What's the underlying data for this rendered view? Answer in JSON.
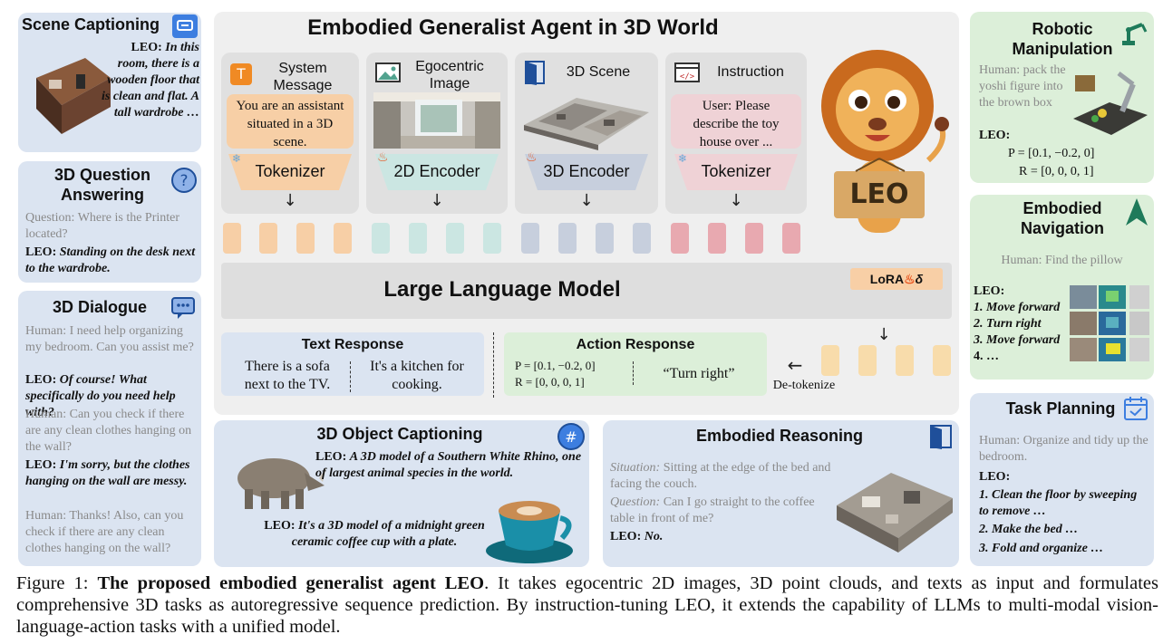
{
  "scene_captioning": {
    "title": "Scene Captioning",
    "leo_label": "LEO:",
    "leo_text": "In this room, there is a wooden floor that is clean and flat. A tall wardrobe …"
  },
  "qa": {
    "title_line1": "3D Question",
    "title_line2": "Answering",
    "question": "Question: Where is the Printer located?",
    "leo_label": "LEO:",
    "leo_text": "Standing on the desk next to the wardrobe."
  },
  "dialogue": {
    "title": "3D Dialogue",
    "h1": "Human: I need help organizing my bedroom. Can you assist me?",
    "l1_label": "LEO:",
    "l1": "Of course! What specifically do you need help with?",
    "h2": "Human: Can you check if there are any clean clothes hanging on the wall?",
    "l2_label": "LEO:",
    "l2": "I'm sorry, but the clothes hanging on the wall are messy.",
    "h3": "Human: Thanks! Also, can you check if there are any clean clothes hanging on the wall?"
  },
  "main": {
    "title": "Embodied Generalist Agent in 3D World",
    "columns": [
      {
        "header": "System Message",
        "content": "You are an assistant situated in a 3D scene.",
        "encoder": "Tokenizer"
      },
      {
        "header": "Egocentric Image",
        "encoder": "2D Encoder"
      },
      {
        "header": "3D Scene",
        "encoder": "3D Encoder"
      },
      {
        "header": "Instruction",
        "content": "User: Please describe the toy house over ...",
        "encoder": "Tokenizer"
      }
    ],
    "llm": "Large Language Model",
    "lora": "LoRA",
    "delta": "δ",
    "text_response": {
      "title": "Text Response",
      "a": "There is a sofa next to the TV.",
      "b": "It's a kitchen for cooking."
    },
    "action_response": {
      "title": "Action Response",
      "p": "P = [0.1, −0.2, 0]",
      "r": "R = [0, 0, 0, 1]",
      "turn": "“Turn right”"
    },
    "detokenize": "De-tokenize",
    "mascot_sign": "LEO"
  },
  "object_captioning": {
    "title": "3D Object Captioning",
    "l1_label": "LEO:",
    "l1": "A 3D model of a Southern White Rhino, one of largest animal species in the world.",
    "l2_label": "LEO:",
    "l2": "It's a 3D model of a midnight green ceramic coffee cup with a plate."
  },
  "reasoning": {
    "title": "Embodied Reasoning",
    "situation_label": "Situation:",
    "situation": "Sitting at the edge of the bed and facing the couch.",
    "question_label": "Question:",
    "question": "Can I go straight to the coffee table in front of me?",
    "leo_label": "LEO:",
    "leo": "No."
  },
  "manipulation": {
    "title_line1": "Robotic",
    "title_line2": "Manipulation",
    "human": "Human: pack the yoshi figure into the brown box",
    "leo_label": "LEO:",
    "p": "P = [0.1, −0.2, 0]",
    "r": "R = [0, 0, 0, 1]"
  },
  "navigation": {
    "title_line1": "Embodied",
    "title_line2": "Navigation",
    "human": "Human: Find the pillow",
    "leo_label": "LEO:",
    "steps": [
      "1. Move forward",
      "2. Turn right",
      "3. Move forward",
      "4. …"
    ]
  },
  "planning": {
    "title": "Task Planning",
    "human": "Human: Organize and tidy up the bedroom.",
    "leo_label": "LEO:",
    "steps": [
      "1. Clean the floor by sweeping to remove …",
      "2. Make the bed …",
      "3. Fold and organize …"
    ]
  },
  "caption": {
    "prefix": "Figure 1:",
    "bold": "The proposed embodied generalist agent LEO",
    "rest": ". It takes egocentric 2D images, 3D point clouds, and texts as input and formulates comprehensive 3D tasks as autoregressive sequence prediction. By instruction-tuning LEO, it extends the capability of LLMs to multi-modal vision-language-action tasks with a unified model."
  },
  "colors": {
    "blue_panel": "#dbe4f1",
    "green_panel": "#dcefd9",
    "gray_panel": "#ececec",
    "orange_token": "#f7cfa6",
    "teal_token": "#cbe6e2",
    "slate_token": "#c7cfdd",
    "red_token": "#e8a9b0",
    "yellow_token": "#f8dcab"
  }
}
